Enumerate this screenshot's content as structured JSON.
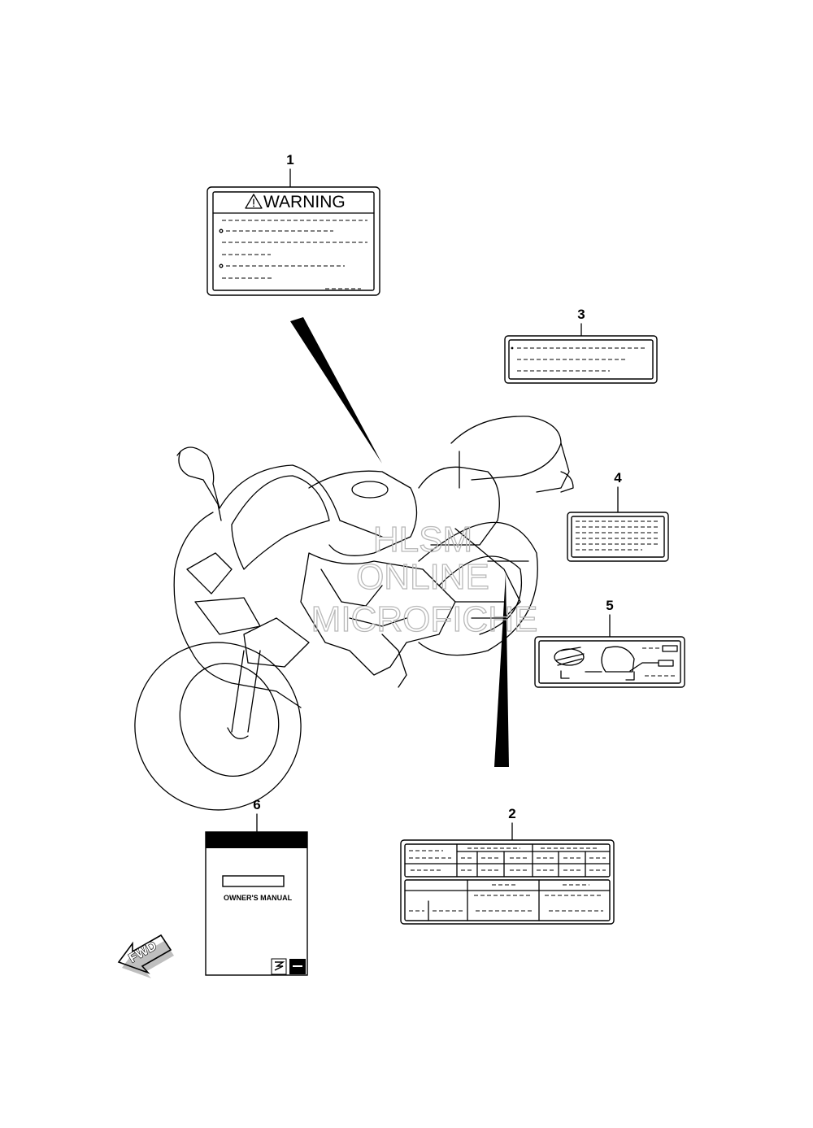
{
  "diagram": {
    "callouts": [
      {
        "id": "callout-1",
        "number": "1"
      },
      {
        "id": "callout-2",
        "number": "2"
      },
      {
        "id": "callout-3",
        "number": "3"
      },
      {
        "id": "callout-4",
        "number": "4"
      },
      {
        "id": "callout-5",
        "number": "5"
      },
      {
        "id": "callout-6",
        "number": "6"
      }
    ],
    "warning_label": {
      "title": "WARNING"
    },
    "owners_manual": {
      "title": "OWNER'S MANUAL"
    },
    "direction_arrow": {
      "label": "FWD"
    },
    "watermark": {
      "line1": "HLSM",
      "line2": "ONLINE",
      "line3": "MICROFICHE"
    }
  }
}
